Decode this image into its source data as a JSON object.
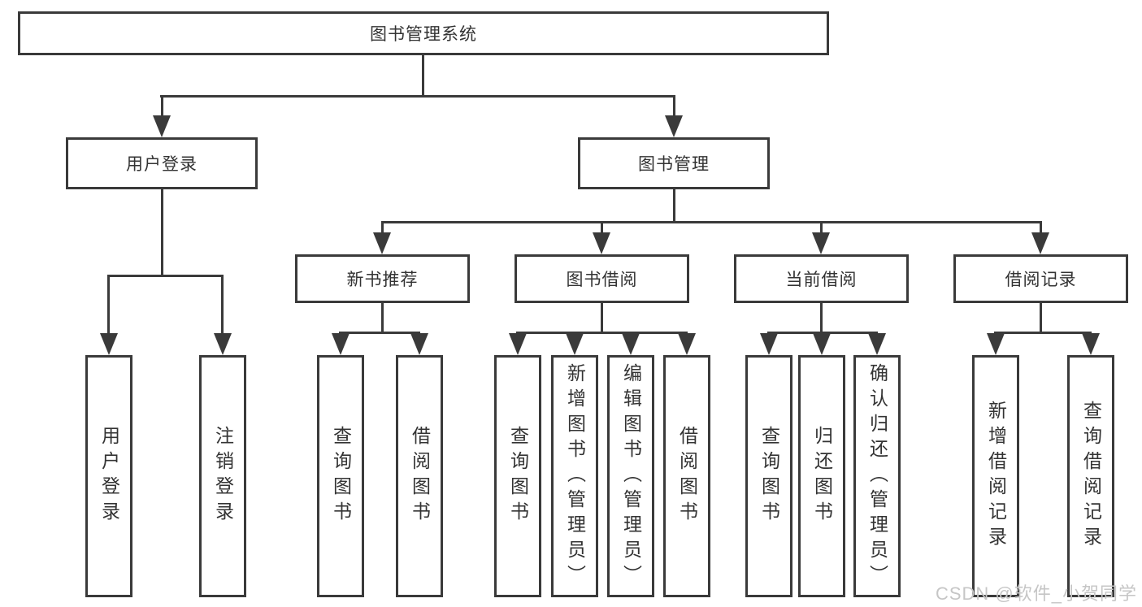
{
  "tree": {
    "root": {
      "label": "图书管理系统"
    },
    "branches": [
      {
        "label": "用户登录",
        "children": [
          {
            "label": "用户登录"
          },
          {
            "label": "注销登录"
          }
        ]
      },
      {
        "label": "图书管理",
        "children": [
          {
            "label": "新书推荐",
            "children": [
              {
                "label": "查询图书"
              },
              {
                "label": "借阅图书"
              }
            ]
          },
          {
            "label": "图书借阅",
            "children": [
              {
                "label": "查询图书"
              },
              {
                "label": "新增图书（管理员）"
              },
              {
                "label": "编辑图书（管理员）"
              },
              {
                "label": "借阅图书"
              }
            ]
          },
          {
            "label": "当前借阅",
            "children": [
              {
                "label": "查询图书"
              },
              {
                "label": "归还图书"
              },
              {
                "label": "确认归还（管理员）"
              }
            ]
          },
          {
            "label": "借阅记录",
            "children": [
              {
                "label": "新增借阅记录"
              },
              {
                "label": "查询借阅记录"
              }
            ]
          }
        ]
      }
    ]
  },
  "watermark": "CSDN @软件_小贺同学",
  "colors": {
    "line": "#3a3a3a",
    "background": "#ffffff",
    "text": "#333333",
    "watermark": "#c6c6c6"
  }
}
